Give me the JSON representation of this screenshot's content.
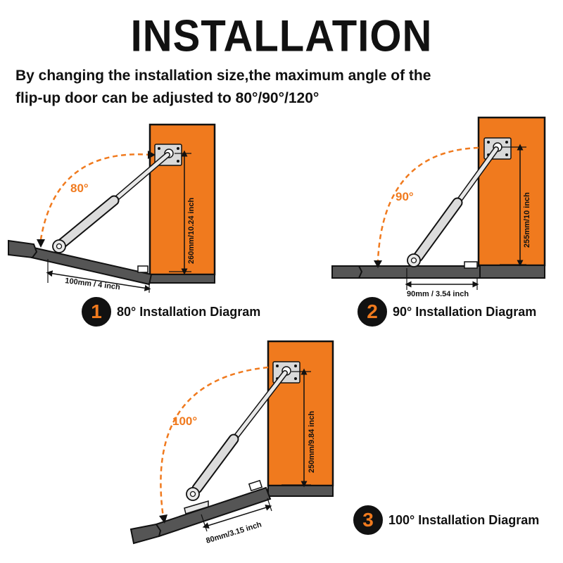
{
  "header": {
    "title": "INSTALLATION",
    "subtitle_line1": "By changing the installation size,the maximum angle of the",
    "subtitle_line2": "flip-up door can be adjusted to 80°/90°/120°"
  },
  "colors": {
    "cabinet": "#f07a1e",
    "door": "#555555",
    "outline": "#111111",
    "arc": "#f07a1e"
  },
  "diagrams": [
    {
      "number": "1",
      "angle_label": "80°",
      "vertical_dim": "260mm/10.24 inch",
      "horizontal_dim": "100mm / 4 inch",
      "caption": "80° Installation Diagram"
    },
    {
      "number": "2",
      "angle_label": "90°",
      "vertical_dim": "255mm/10 inch",
      "horizontal_dim": "90mm / 3.54 inch",
      "caption": "90° Installation Diagram"
    },
    {
      "number": "3",
      "angle_label": "100°",
      "vertical_dim": "250mm/9.84 inch",
      "horizontal_dim": "80mm/3.15 inch",
      "caption": "100° Installation Diagram"
    }
  ]
}
